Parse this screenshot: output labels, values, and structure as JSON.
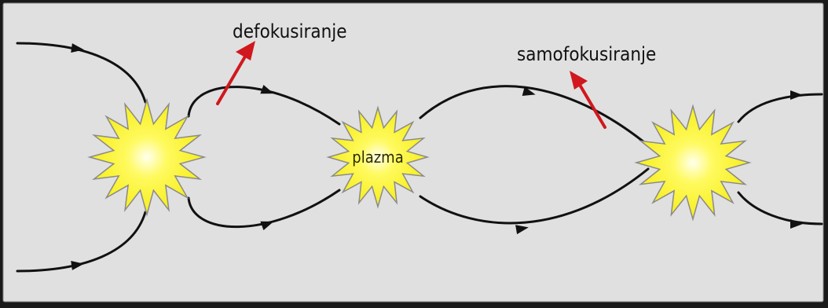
{
  "labels": {
    "defocusing": "defokusiranje",
    "self_focusing": "samofokusiranje",
    "plasma": "plazma"
  },
  "colors": {
    "frame": "#1a1a1a",
    "panel": "#e0e0e0",
    "ray": "#111111",
    "arrow": "#d0181e",
    "star_fill": "#fbf21d",
    "star_stroke": "#8a8a8a",
    "star_glow": "#ffff99"
  },
  "icons": [
    "plasma-star",
    "ray-arrowhead",
    "red-direction-arrow"
  ]
}
